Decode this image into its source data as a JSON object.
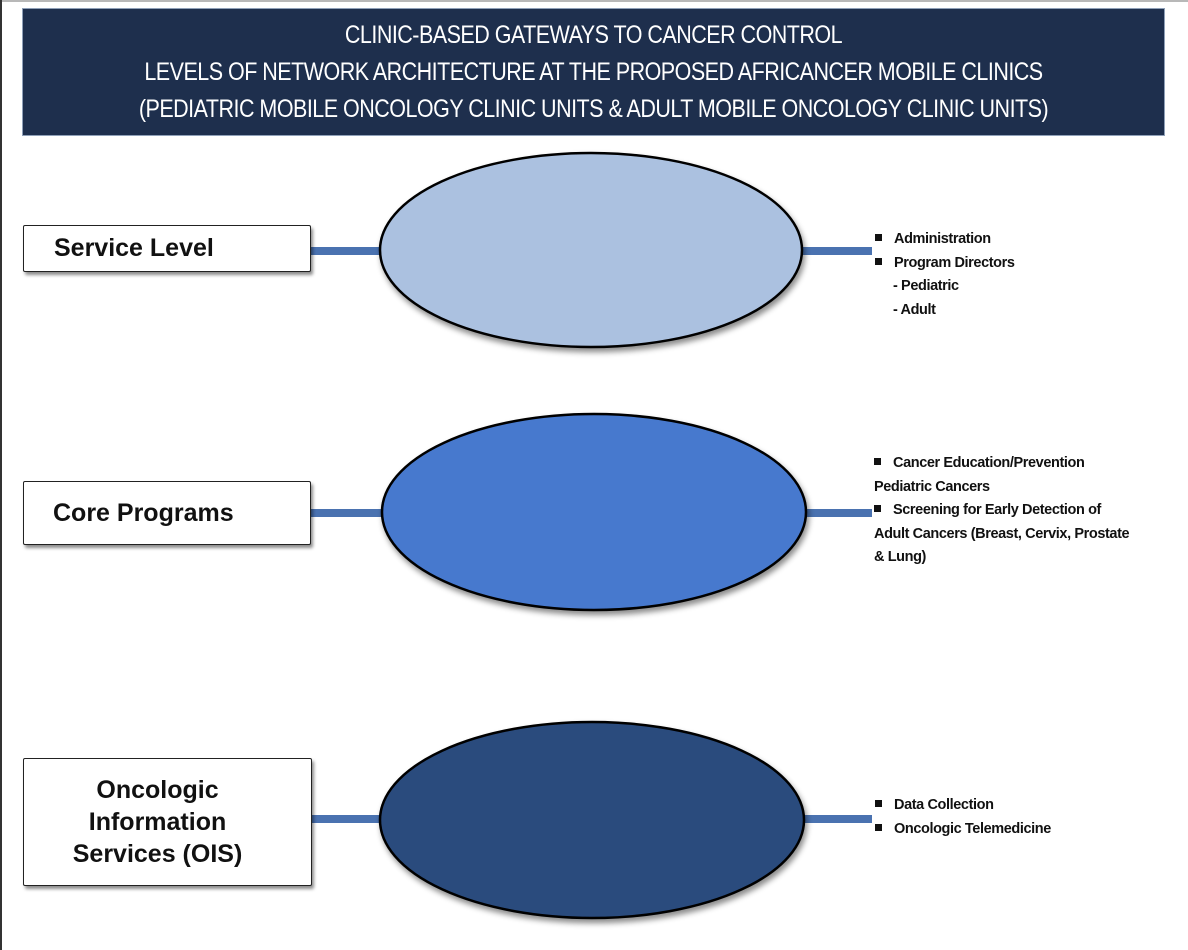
{
  "header": {
    "lines": [
      "CLINIC-BASED GATEWAYS TO CANCER CONTROL",
      "LEVELS OF NETWORK ARCHITECTURE AT THE PROPOSED AFRICANCER MOBILE CLINICS",
      "(PEDIATRIC MOBILE ONCOLOGY CLINIC UNITS & ADULT MOBILE ONCOLOGY CLINIC UNITS)"
    ],
    "background": "#1e2f4d"
  },
  "levels": [
    {
      "label": [
        "Service Level"
      ],
      "ellipse_color": "#abc1e0",
      "items": [
        {
          "type": "bullet",
          "text": "Administration"
        },
        {
          "type": "bullet",
          "text": "Program Directors"
        },
        {
          "type": "sub",
          "text": "- Pediatric"
        },
        {
          "type": "sub",
          "text": "- Adult"
        }
      ]
    },
    {
      "label": [
        "Core Programs"
      ],
      "ellipse_color": "#4779ce",
      "items": [
        {
          "type": "bullet",
          "text": "Cancer Education/Prevention"
        },
        {
          "type": "cont",
          "text": "Pediatric Cancers"
        },
        {
          "type": "bullet",
          "text": "Screening for Early Detection of"
        },
        {
          "type": "cont",
          "text": "Adult Cancers (Breast, Cervix, Prostate"
        },
        {
          "type": "cont",
          "text": "& Lung)"
        }
      ]
    },
    {
      "label": [
        "Oncologic",
        "Information",
        "Services (OIS)"
      ],
      "ellipse_color": "#2a4b7d",
      "items": [
        {
          "type": "bullet",
          "text": "Data Collection"
        },
        {
          "type": "bullet",
          "text": "Oncologic Telemedicine"
        }
      ]
    }
  ],
  "connector_color": "#4a72b0"
}
